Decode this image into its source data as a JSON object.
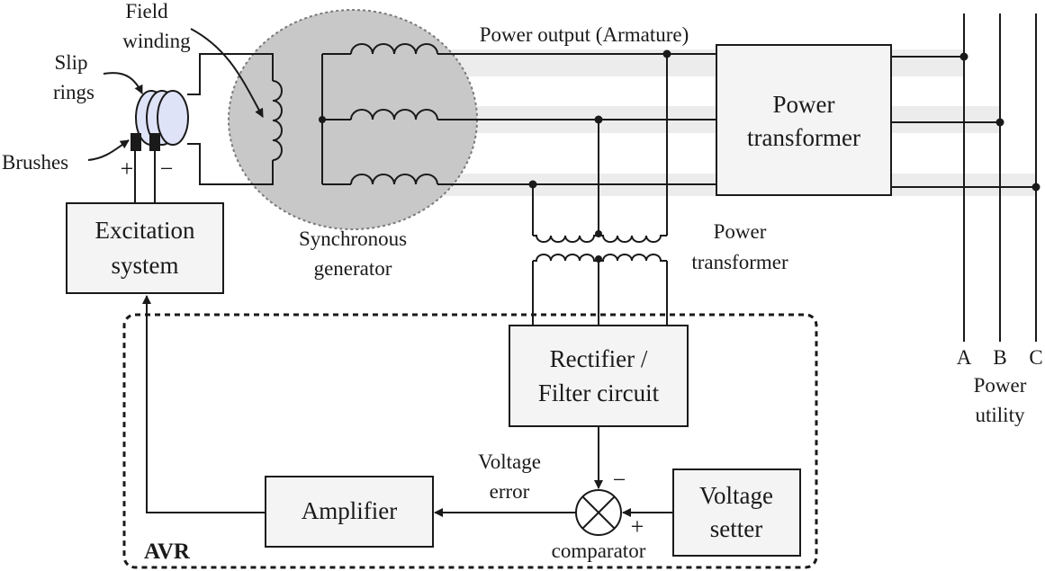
{
  "labels": {
    "field_winding_line1": "Field",
    "field_winding_line2": "winding",
    "slip_rings_line1": "Slip",
    "slip_rings_line2": "rings",
    "brushes": "Brushes",
    "plus": "+",
    "minus": "−",
    "power_output": "Power output (Armature)",
    "synchronous_generator_line1": "Synchronous",
    "synchronous_generator_line2": "generator",
    "power_transformer_main_line1": "Power",
    "power_transformer_main_line2": "transformer",
    "power_transformer_small_line1": "Power",
    "power_transformer_small_line2": "transformer",
    "excitation_line1": "Excitation",
    "excitation_line2": "system",
    "rectifier_line1": "Rectifier /",
    "rectifier_line2": "Filter circuit",
    "amplifier": "Amplifier",
    "voltage_setter_line1": "Voltage",
    "voltage_setter_line2": "setter",
    "voltage_error_line1": "Voltage",
    "voltage_error_line2": "error",
    "comparator": "comparator",
    "comparator_minus": "−",
    "comparator_plus": "+",
    "avr": "AVR",
    "phase_a": "A",
    "phase_b": "B",
    "phase_c": "C",
    "power_utility_line1": "Power",
    "power_utility_line2": "utility"
  },
  "colors": {
    "line": "#1a1a1a",
    "box_fill": "#f4f4f4",
    "generator_fill": "#c8c8c8",
    "slip_ring_fill": "#dfe3f7",
    "bus_band_fill": "#ececec"
  }
}
